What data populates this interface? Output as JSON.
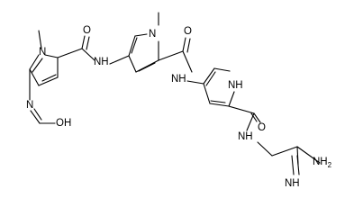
{
  "diagram": {
    "atoms": {
      "n_methyl_1": "N",
      "nh_amide_1": "NH",
      "o_carbonyl_1": "O",
      "n_formamide": "N",
      "oh_formamide": "OH",
      "n_methyl_2": "N",
      "o_carbonyl_2": "O",
      "nh_amide_2": "NH",
      "nh_pyrrole": "NH",
      "o_carbonyl_3": "O",
      "nh_amide_3": "NH",
      "nh2_amidine_main": "NH",
      "nh2_amidine_sub": "2",
      "nh_amidine": "NH"
    }
  }
}
